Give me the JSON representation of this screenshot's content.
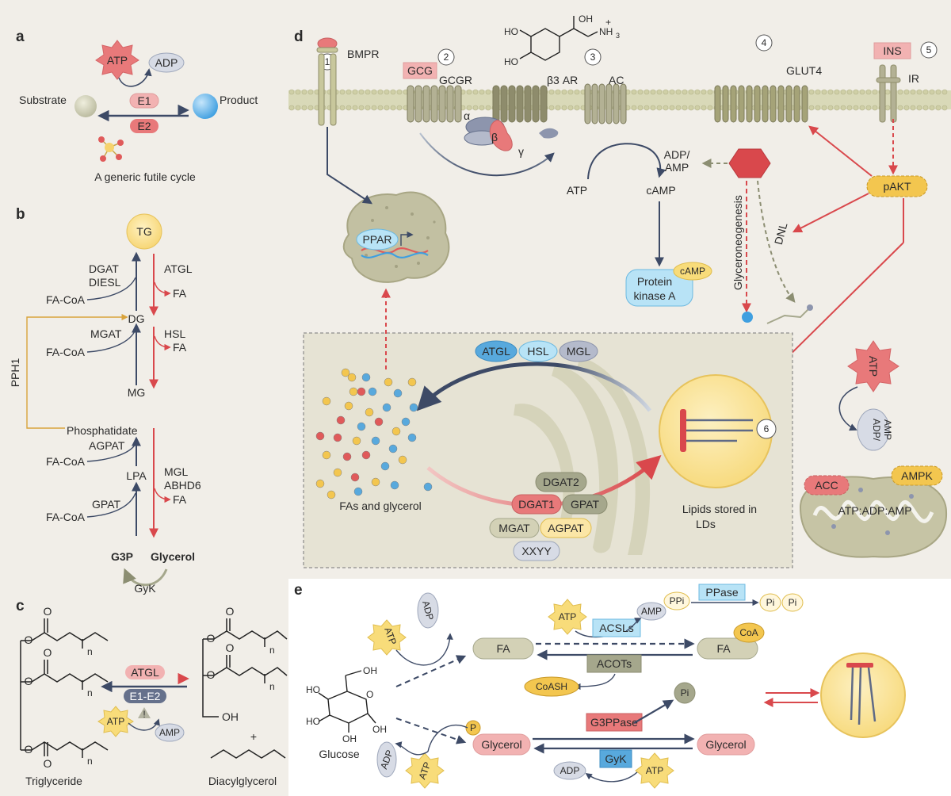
{
  "panels": {
    "a": "a",
    "b": "b",
    "c": "c",
    "d": "d",
    "e": "e"
  },
  "panel_a": {
    "atp": "ATP",
    "adp": "ADP",
    "substrate": "Substrate",
    "product": "Product",
    "e1": "E1",
    "e2": "E2",
    "caption": "A generic futile cycle"
  },
  "panel_b": {
    "tg": "TG",
    "dgat": "DGAT",
    "diesl": "DIESL",
    "atgl": "ATGL",
    "fa_coa_1": "FA-CoA",
    "fa_1": "FA",
    "dg": "DG",
    "pph1": "PPH1",
    "mgat": "MGAT",
    "hsl": "HSL",
    "fa_coa_2": "FA-CoA",
    "fa_2": "FA",
    "mg": "MG",
    "phosphatidate": "Phosphatidate",
    "agpat": "AGPAT",
    "fa_coa_3": "FA-CoA",
    "lpa": "LPA",
    "mgl": "MGL",
    "abhd6": "ABHD6",
    "gpat": "GPAT",
    "fa_coa_4": "FA-CoA",
    "fa_3": "FA",
    "g3p": "G3P",
    "glycerol": "Glycerol",
    "gyk": "GyK"
  },
  "panel_c": {
    "atgl": "ATGL",
    "e1e2": "E1-E2",
    "atp": "ATP",
    "amp": "AMP",
    "warn": "!",
    "n1": "n",
    "n2": "n",
    "n3": "n",
    "n4": "n",
    "n5": "n",
    "oh": "OH",
    "plus": "+",
    "triglyceride": "Triglyceride",
    "diacylglycerol": "Diacylglycerol"
  },
  "panel_d": {
    "n1": "1",
    "n2": "2",
    "n3": "3",
    "n4": "4",
    "n5": "5",
    "n6": "6",
    "bmpr": "BMPR",
    "gcg": "GCG",
    "gcgr": "GCGR",
    "oh": "OH",
    "ho1": "HO",
    "ho2": "HO",
    "nh3": "NH",
    "nh3_sub": "3",
    "nh3_plus": "+",
    "b3ar": "β3 AR",
    "ac": "AC",
    "glut4": "GLUT4",
    "ins": "INS",
    "ir": "IR",
    "alpha": "α",
    "beta": "β",
    "gamma": "γ",
    "ppar": "PPAR",
    "adp_amp_1": "ADP/",
    "adp_amp_2": "AMP",
    "atp": "ATP",
    "camp": "cAMP",
    "glyceroneogenesis": "Glyceroneogenesis",
    "dnl": "DNL",
    "pakt": "pAKT",
    "pka_1": "Protein",
    "pka_2": "kinase A",
    "pka_camp": "cAMP",
    "atgl": "ATGL",
    "hsl": "HSL",
    "mgl": "MGL",
    "dgat2": "DGAT2",
    "dgat1": "DGAT1",
    "gpat": "GPAT",
    "mgat": "MGAT",
    "agpat": "AGPAT",
    "xxyy": "XXYY",
    "fa_glycerol": "FAs and glycerol",
    "lipids_1": "Lipids stored in",
    "lipids_2": "LDs",
    "atp_right": "ATP",
    "adp_amp_r1": "ADP/",
    "adp_amp_r2": "AMP",
    "acc": "ACC",
    "ampk": "AMPK",
    "ratio": "ATP:ADP:AMP"
  },
  "panel_e": {
    "atp_1": "ATP",
    "adp_1": "ADP",
    "fa_left": "FA",
    "atp_2": "ATP",
    "acsls": "ACSLs",
    "amp": "AMP",
    "ppi": "PPi",
    "ppase": "PPase",
    "pi_1": "Pi",
    "pi_2": "Pi",
    "fa_right": "FA",
    "coa": "CoA",
    "acots": "ACOTs",
    "coash": "CoASH",
    "oh_1": "OH",
    "ho_1": "HO",
    "ho_2": "HO",
    "oh_2": "OH",
    "oh_3": "OH",
    "o_ring": "O",
    "glucose": "Glucose",
    "p": "P",
    "glycerol_l": "Glycerol",
    "g3ppase": "G3PPase",
    "pi_3": "Pi",
    "glycerol_r": "Glycerol",
    "gyk": "GyK",
    "adp_2": "ADP",
    "atp_3": "ATP",
    "adp_3": "ADP",
    "atp_4": "ATP"
  },
  "colors": {
    "panel_bg": "#f1eee8",
    "red": "#e8797a",
    "navy": "#3d4a66",
    "blue": "#58a9dd",
    "yellow": "#f8dc7a",
    "olive": "#a5a78c",
    "lightblue": "#b8e3f6"
  }
}
